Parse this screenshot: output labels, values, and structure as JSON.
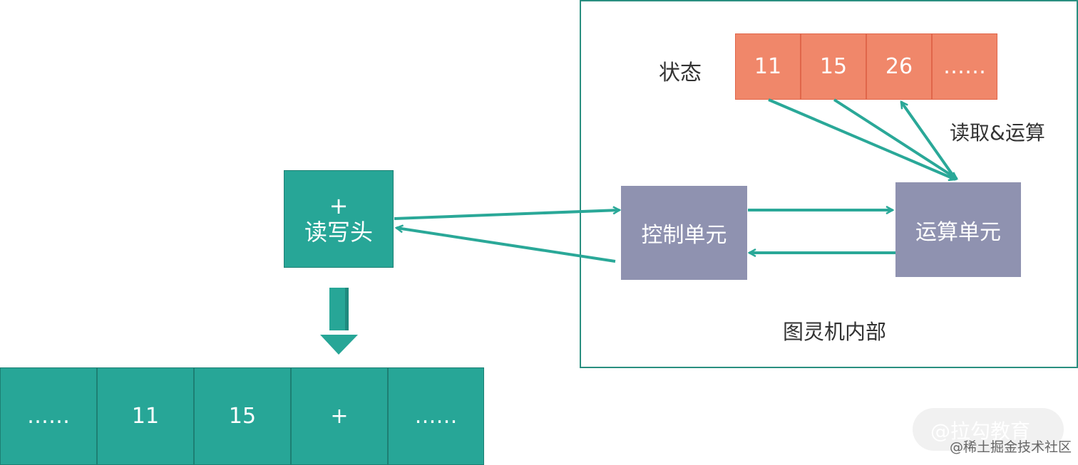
{
  "colors": {
    "teal": "#27a697",
    "arrow": "#2aa898",
    "state_orange": "#f0876a",
    "unit_purple": "#8f92b0"
  },
  "machine": {
    "frame_label": "图灵机内部",
    "state_label": "状态",
    "state_cells": [
      "11",
      "15",
      "26",
      "……"
    ],
    "read_op_label": "读取&运算",
    "control_unit": "控制单元",
    "compute_unit": "运算单元"
  },
  "head": {
    "symbol": "+",
    "label": "读写头"
  },
  "tape": {
    "cells": [
      "……",
      "11",
      "15",
      "+",
      "……"
    ]
  },
  "watermark": {
    "line1": "@拉勾教育",
    "line2": "@稀土掘金技术社区"
  }
}
